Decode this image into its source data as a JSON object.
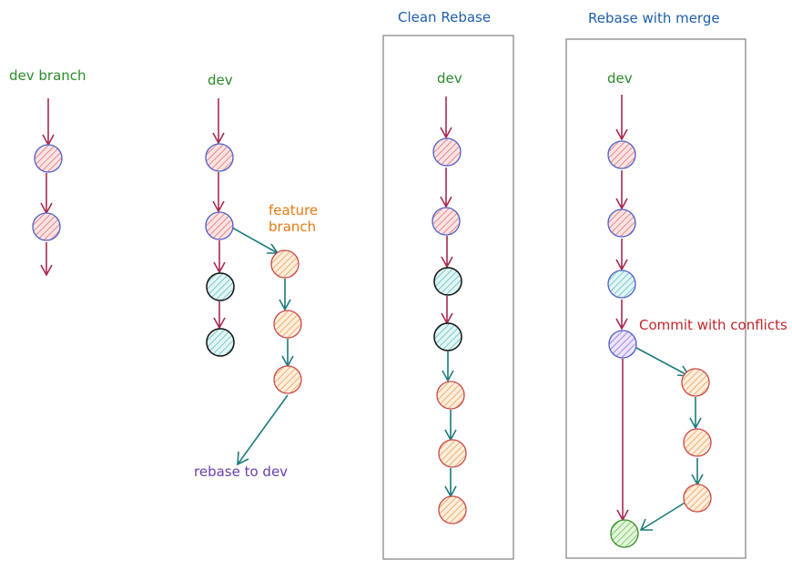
{
  "colors": {
    "dev_arrow": "#a8294f",
    "feature_arrow": "#1e7a7a",
    "green_text": "#2a8a2a",
    "orange_text": "#e07b12",
    "purple_text": "#6a3fb0",
    "blue_text": "#1d5fa8",
    "red_text": "#c0262a",
    "frame": "#888888",
    "node_red": "#f0a8a8",
    "node_red_stroke": "#c74a4a",
    "node_blue_stroke": "#5060c8",
    "node_teal": "#9fd8d8",
    "node_orange": "#f5c99a",
    "node_purple": "#b9a3e8",
    "node_green": "#9ed88a"
  },
  "panel1": {
    "label": "dev branch"
  },
  "panel2": {
    "dev_label": "dev",
    "feature_label_line1": "feature",
    "feature_label_line2": "branch",
    "rebase_label": "rebase to dev"
  },
  "panel3": {
    "title": "Clean Rebase",
    "dev_label": "dev"
  },
  "panel4": {
    "title": "Rebase with merge",
    "dev_label": "dev",
    "conflict_label": "Commit with conflicts"
  }
}
